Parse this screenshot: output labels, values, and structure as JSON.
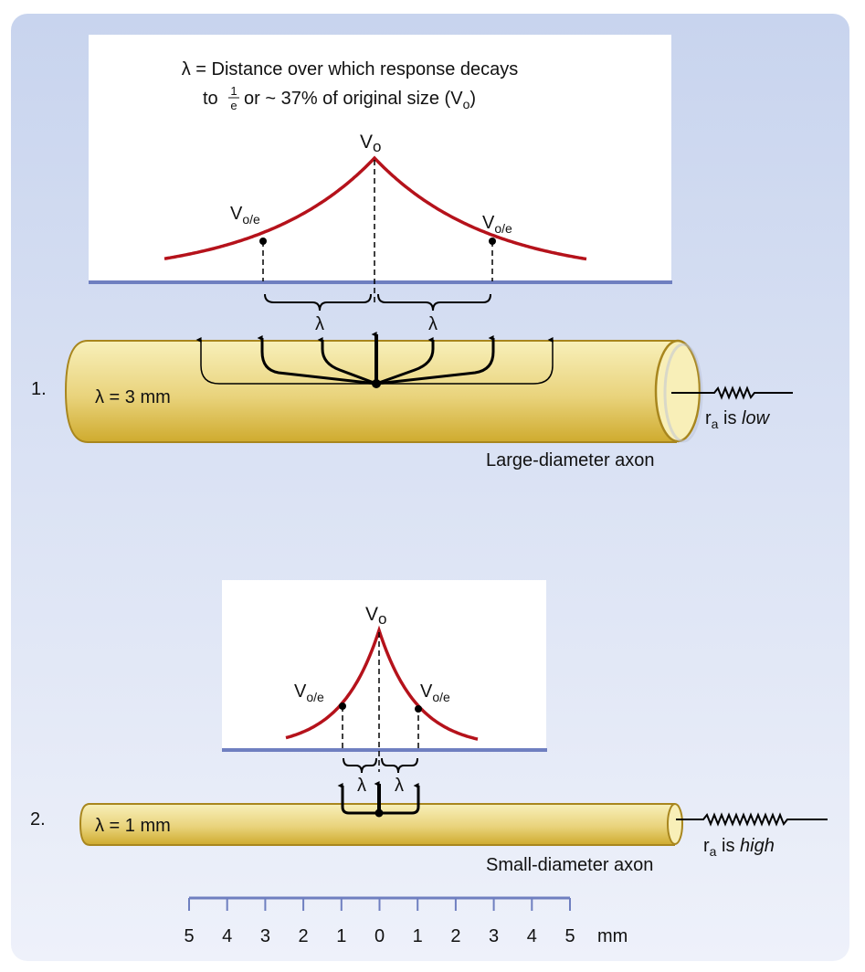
{
  "definition": {
    "line1": "λ = Distance over which response decays",
    "line2_to": "to",
    "frac_num": "1",
    "frac_den": "e",
    "line2_rest": "or ~ 37% of original size (V",
    "line2_sub": "o",
    "line2_close": ")"
  },
  "labels": {
    "v_main": "V",
    "v_main_sub": "o",
    "v_e": "V",
    "v_e_sub": "o/e",
    "lambda": "λ"
  },
  "axon1": {
    "number": "1.",
    "lambda_text": "λ = 3 mm",
    "r_main": "r",
    "r_sub": "a",
    "r_is": " is ",
    "r_value": "low",
    "caption": "Large-diameter axon",
    "lambda_mm": 3
  },
  "axon2": {
    "number": "2.",
    "lambda_text": "λ = 1 mm",
    "r_main": "r",
    "r_sub": "a",
    "r_is": " is ",
    "r_value": "high",
    "caption": "Small-diameter axon",
    "lambda_mm": 1
  },
  "scale": {
    "ticks": [
      "5",
      "4",
      "3",
      "2",
      "1",
      "0",
      "1",
      "2",
      "3",
      "4",
      "5"
    ],
    "unit": "mm"
  },
  "colors": {
    "curve": "#b5121b",
    "baseline": "#6f7fc0",
    "axon_light": "#f7efb8",
    "axon_dark": "#cfac2f"
  }
}
